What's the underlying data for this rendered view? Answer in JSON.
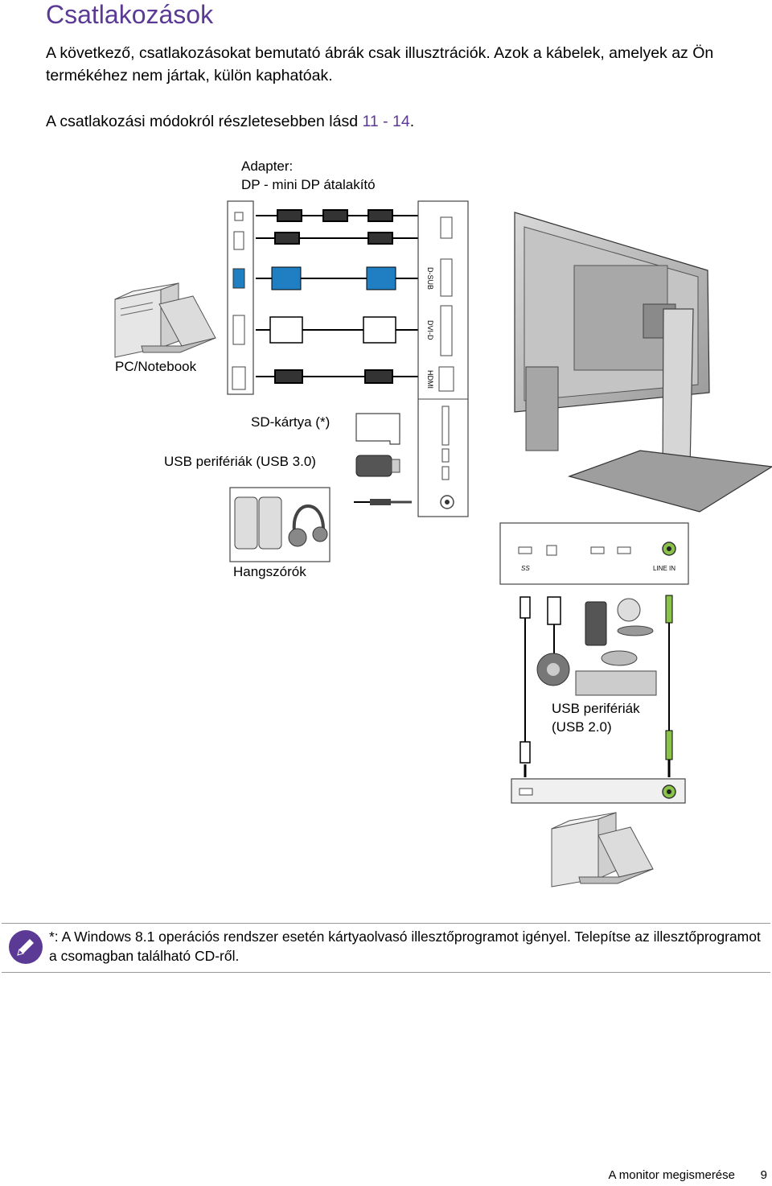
{
  "page": {
    "title": "Csatlakozások",
    "intro": "A következő, csatlakozásokat bemutató ábrák csak illusztrációk. Azok a kábelek, amelyek az Ön termékéhez nem jártak, külön kaphatóak.",
    "ref_prefix": "A csatlakozási módokról részletesebben lásd ",
    "ref_link": "11 - 14",
    "ref_suffix": "."
  },
  "diagram": {
    "adapter_title": "Adapter:",
    "adapter_desc": "DP - mini DP átalakító",
    "pc_label": "PC/Notebook",
    "sd_label": "SD-kártya (*)",
    "usb3_label": "USB perifériák (USB 3.0)",
    "speakers_label": "Hangszórók",
    "usb2_label_line1": "USB perifériák",
    "usb2_label_line2": "(USB 2.0)",
    "port_dsub": "D-SUB",
    "port_dvid": "DVI-D",
    "port_hdmi": "HDMI",
    "port_linein": "LINE IN",
    "port_ss": "SS"
  },
  "note": {
    "text": "*: A Windows 8.1 operációs rendszer esetén kártyaolvasó illesztőprogramot igényel. Telepítse az illesztőprogramot a csomagban található CD-ről."
  },
  "footer": {
    "label": "A monitor megismerése",
    "page_number": "9"
  },
  "colors": {
    "accent": "#5b3a96",
    "vga_blue": "#1f7fc2",
    "audio_green": "#8bc34a"
  }
}
